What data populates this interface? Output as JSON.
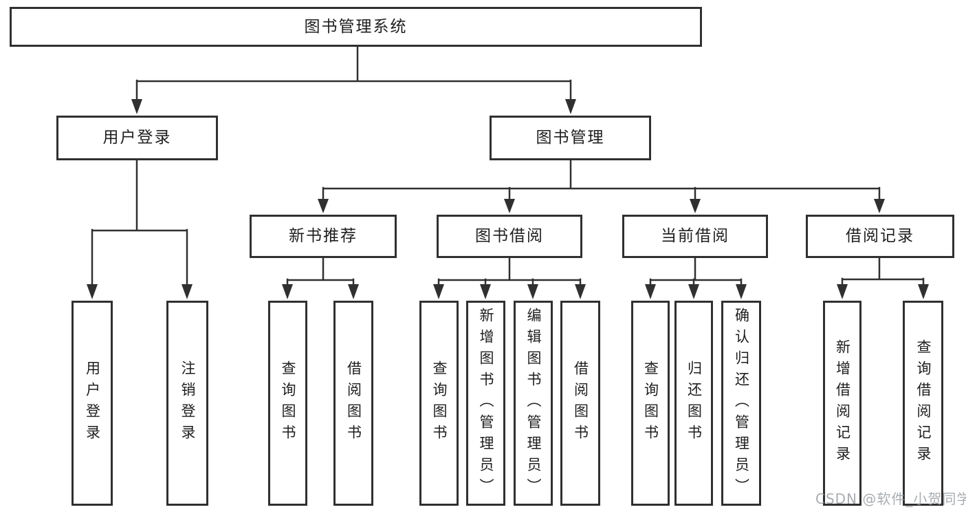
{
  "diagram": {
    "type": "tree-structure-diagram",
    "title": "图书管理系统"
  },
  "nodes": {
    "root": {
      "label": "图书管理系统"
    },
    "user_login": {
      "label": "用户登录"
    },
    "book_mgmt": {
      "label": "图书管理"
    },
    "new_book_rec": {
      "label": "新书推荐"
    },
    "book_borrow": {
      "label": "图书借阅"
    },
    "current_borrow": {
      "label": "当前借阅"
    },
    "borrow_record": {
      "label": "借阅记录"
    },
    "leaf_user_login": {
      "label": "用户登录"
    },
    "leaf_logout": {
      "label": "注销登录"
    },
    "nb_query": {
      "label": "查询图书"
    },
    "nb_borrow": {
      "label": "借阅图书"
    },
    "bb_query": {
      "label": "查询图书"
    },
    "bb_add": {
      "label": "新增图书（管理员）"
    },
    "bb_edit": {
      "label": "编辑图书（管理员）"
    },
    "bb_borrow": {
      "label": "借阅图书"
    },
    "cb_query": {
      "label": "查询图书"
    },
    "cb_return": {
      "label": "归还图书"
    },
    "cb_confirm": {
      "label": "确认归还（管理员）"
    },
    "br_add": {
      "label": "新增借阅记录"
    },
    "br_query": {
      "label": "查询借阅记录"
    }
  },
  "edges": [
    [
      "root",
      "user_login"
    ],
    [
      "root",
      "book_mgmt"
    ],
    [
      "user_login",
      "leaf_user_login"
    ],
    [
      "user_login",
      "leaf_logout"
    ],
    [
      "book_mgmt",
      "new_book_rec"
    ],
    [
      "book_mgmt",
      "book_borrow"
    ],
    [
      "book_mgmt",
      "current_borrow"
    ],
    [
      "book_mgmt",
      "borrow_record"
    ],
    [
      "new_book_rec",
      "nb_query"
    ],
    [
      "new_book_rec",
      "nb_borrow"
    ],
    [
      "book_borrow",
      "bb_query"
    ],
    [
      "book_borrow",
      "bb_add"
    ],
    [
      "book_borrow",
      "bb_edit"
    ],
    [
      "book_borrow",
      "bb_borrow"
    ],
    [
      "current_borrow",
      "cb_query"
    ],
    [
      "current_borrow",
      "cb_return"
    ],
    [
      "current_borrow",
      "cb_confirm"
    ],
    [
      "borrow_record",
      "br_add"
    ],
    [
      "borrow_record",
      "br_query"
    ]
  ],
  "watermark": {
    "text": "CSDN @软件_小贺同学"
  },
  "colors": {
    "line": "#303030",
    "box_border": "#303030",
    "box_fill": "#ffffff",
    "text": "#1e1e1e",
    "watermark": "#969ba0",
    "background": "#ffffff"
  }
}
